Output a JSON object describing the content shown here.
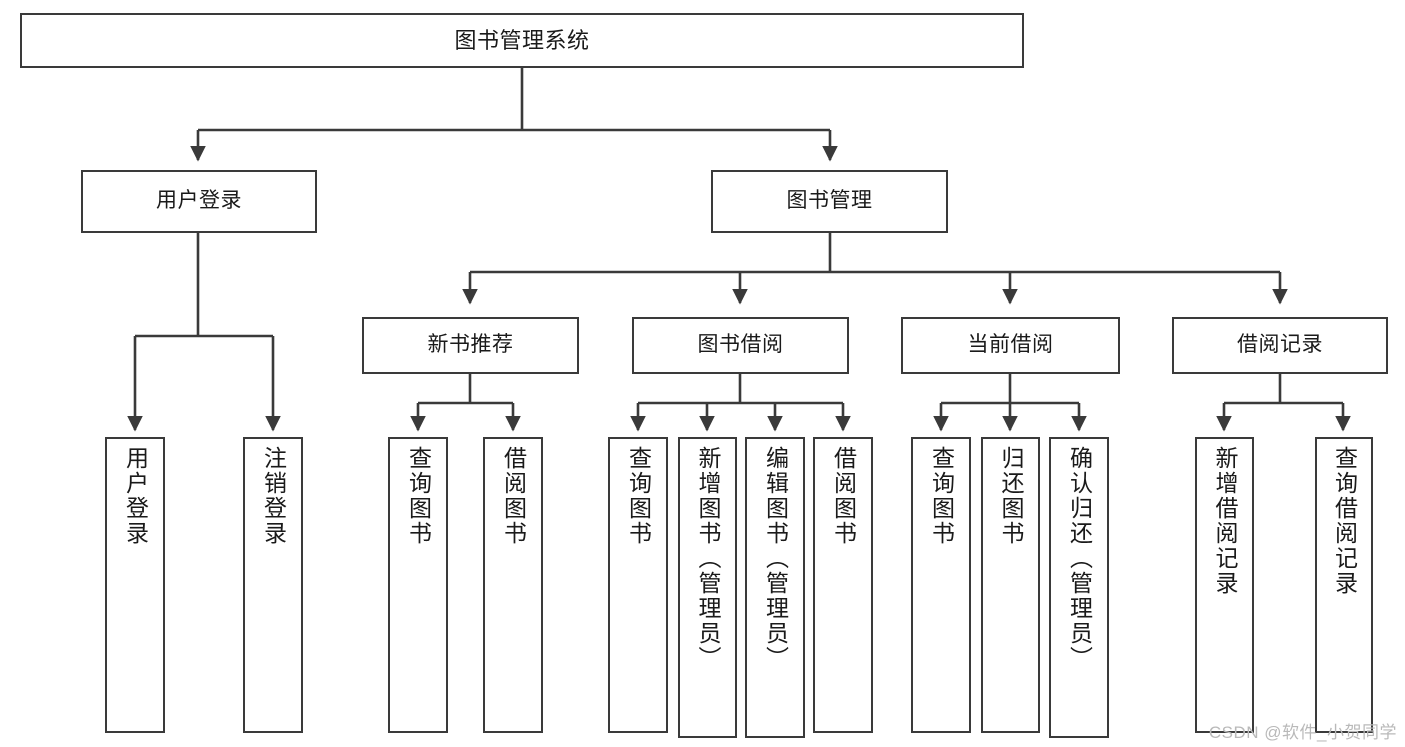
{
  "diagram": {
    "title": "图书管理系统",
    "watermark": "CSDN @软件_小贺同学",
    "style": {
      "box_border": "#3a3a3a",
      "box_fill": "#ffffff",
      "line": "#3a3a3a",
      "text": "#1a1a1a",
      "background": "#ffffff",
      "watermark_color": "#b9b9b9"
    },
    "root": {
      "label": "图书管理系统"
    },
    "level2": [
      {
        "label": "用户登录"
      },
      {
        "label": "图书管理"
      }
    ],
    "level3": [
      {
        "label": "新书推荐"
      },
      {
        "label": "图书借阅"
      },
      {
        "label": "当前借阅"
      },
      {
        "label": "借阅记录"
      }
    ],
    "leaves": {
      "user_login": [
        {
          "label": "用户登录"
        },
        {
          "label": "注销登录"
        }
      ],
      "new_book_recommend": [
        {
          "label": "查询图书"
        },
        {
          "label": "借阅图书"
        }
      ],
      "book_borrow": [
        {
          "label": "查询图书"
        },
        {
          "label": "新增图书（管理员）"
        },
        {
          "label": "编辑图书（管理员）"
        },
        {
          "label": "借阅图书"
        }
      ],
      "current_borrow": [
        {
          "label": "查询图书"
        },
        {
          "label": "归还图书"
        },
        {
          "label": "确认归还（管理员）"
        }
      ],
      "borrow_record": [
        {
          "label": "新增借阅记录"
        },
        {
          "label": "查询借阅记录"
        }
      ]
    }
  }
}
